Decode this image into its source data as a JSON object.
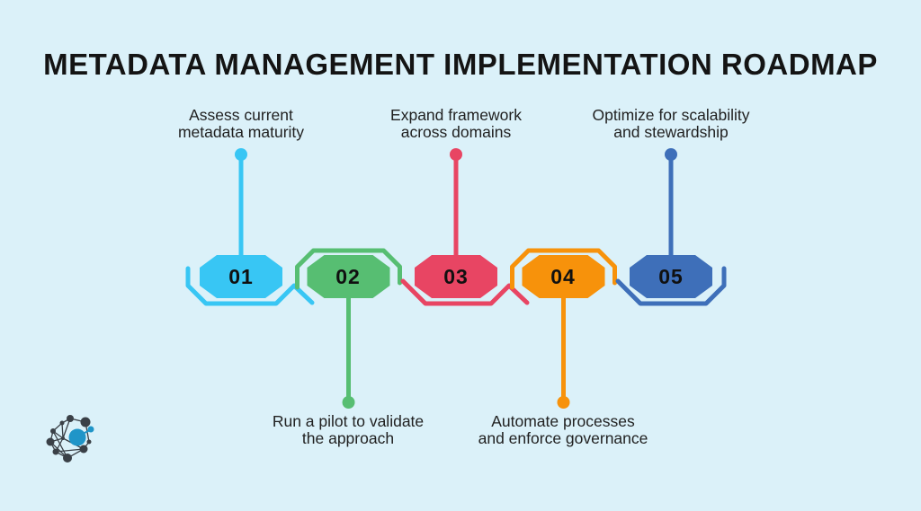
{
  "title": "METADATA MANAGEMENT IMPLEMENTATION ROADMAP",
  "colors": {
    "background": "#DBF1F9",
    "text": "#212121"
  },
  "steps": [
    {
      "number": "01",
      "color": "#38C6F4",
      "label_lines": [
        "Assess current",
        "metadata maturity"
      ]
    },
    {
      "number": "02",
      "color": "#57BE72",
      "label_lines": [
        "Run a pilot to validate",
        "the approach"
      ]
    },
    {
      "number": "03",
      "color": "#E84563",
      "label_lines": [
        "Expand framework",
        "across domains"
      ]
    },
    {
      "number": "04",
      "color": "#F7920B",
      "label_lines": [
        "Automate processes",
        "and enforce governance"
      ]
    },
    {
      "number": "05",
      "color": "#3E6FB9",
      "label_lines": [
        "Optimize for scalability",
        "and stewardship"
      ]
    }
  ],
  "logo": {
    "icon": "network-sphere-icon",
    "node_color": "#3A4047",
    "accent_color": "#2095C8"
  }
}
